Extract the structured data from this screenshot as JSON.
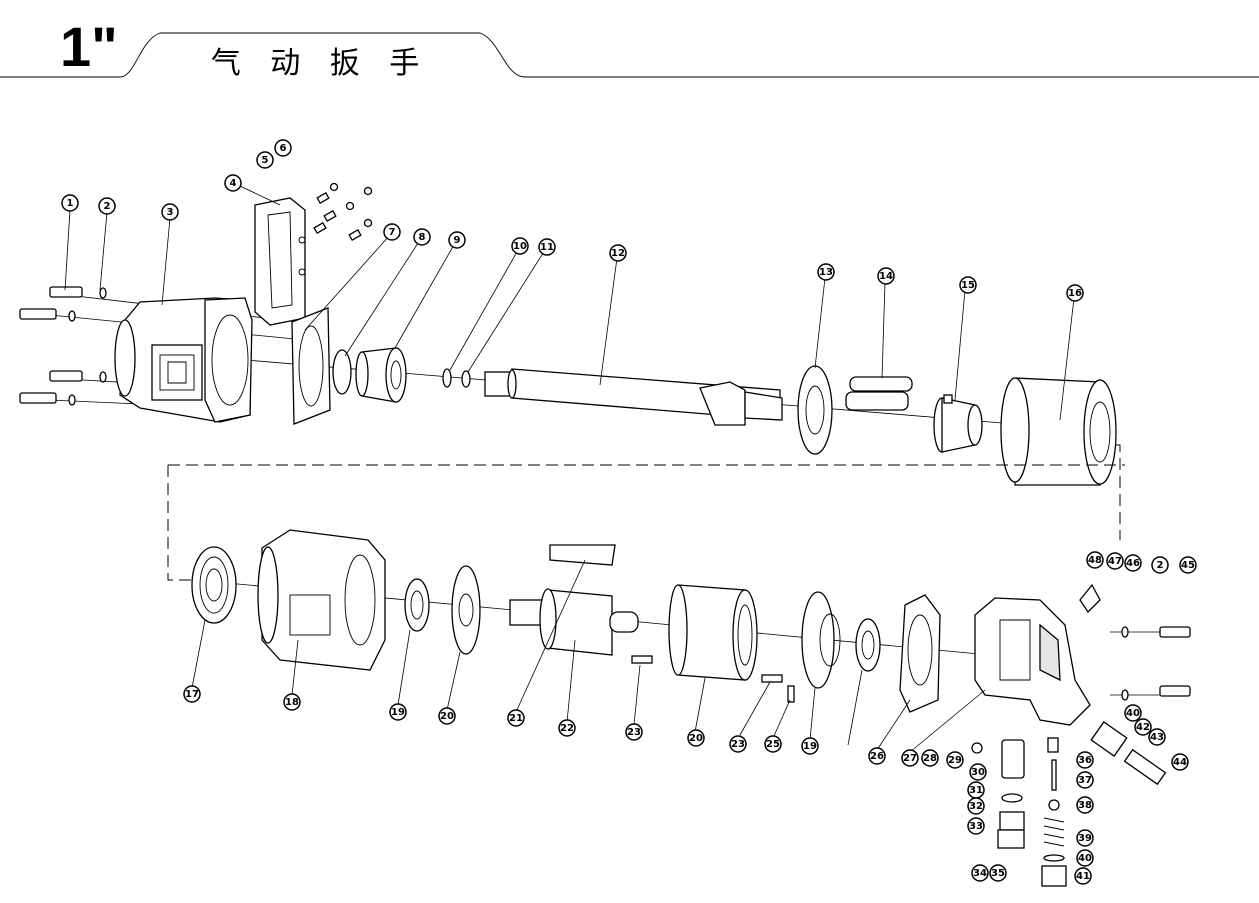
{
  "header": {
    "size_label": "1\"",
    "title": "气 动 扳 手"
  },
  "colors": {
    "ink": "#000000",
    "paper": "#ffffff",
    "shade": "#e6e6e6"
  },
  "callouts": [
    "1",
    "2",
    "3",
    "4",
    "5",
    "6",
    "7",
    "8",
    "9",
    "10",
    "11",
    "12",
    "13",
    "14",
    "15",
    "16",
    "17",
    "18",
    "19",
    "20",
    "21",
    "22",
    "23",
    "23",
    "20",
    "19",
    "25",
    "26",
    "27",
    "28",
    "29",
    "30",
    "31",
    "32",
    "33",
    "34",
    "35",
    "36",
    "37",
    "38",
    "39",
    "40",
    "41",
    "40",
    "42",
    "43",
    "44",
    "45",
    "2",
    "46",
    "47",
    "48"
  ]
}
